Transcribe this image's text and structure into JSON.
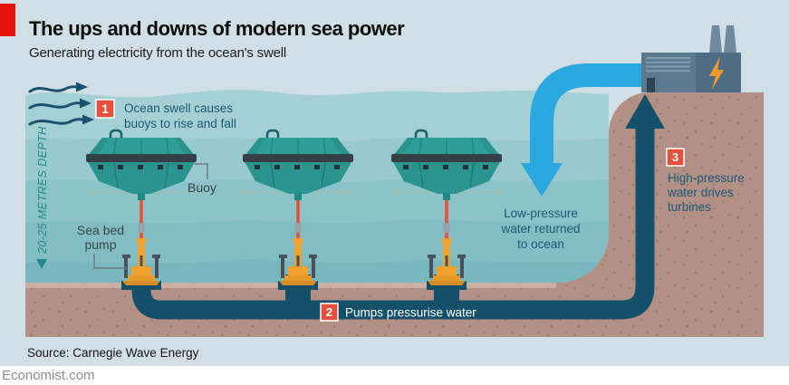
{
  "header": {
    "title": "The ups and downs of modern sea power",
    "subtitle": "Generating electricity from the ocean's swell"
  },
  "labels": {
    "step1": {
      "num": "1",
      "line1": "Ocean swell causes",
      "line2": "buoys to rise and fall"
    },
    "step2": {
      "num": "2",
      "text": "Pumps pressurise water"
    },
    "step3": {
      "num": "3",
      "line1": "High-pressure",
      "line2": "water drives",
      "line3": "turbines"
    },
    "low_pressure": {
      "line1": "Low-pressure",
      "line2": "water returned",
      "line3": "to ocean"
    },
    "buoy": "Buoy",
    "seabed_pump": {
      "line1": "Sea bed",
      "line2": "pump"
    },
    "depth": "20-25 METRES DEPTH"
  },
  "footer": {
    "source": "Source: Carnegie Wave Energy",
    "site": "Economist.com"
  },
  "colors": {
    "accent_red": "#e3120b",
    "badge_red": "#e8503c",
    "background": "#cfdfe5",
    "water_surface": "#a4cfd4",
    "water_deep": "#79b7be",
    "seabed_brown": "#b29086",
    "pipe_dark": "#14506a",
    "pipe_low_pressure_blue": "#2ca8e0",
    "pump_orange": "#f0a12d",
    "buoy_teal": "#2f9e99",
    "annotation_text": "#1a5c77",
    "depth_text": "#1f8b90"
  }
}
